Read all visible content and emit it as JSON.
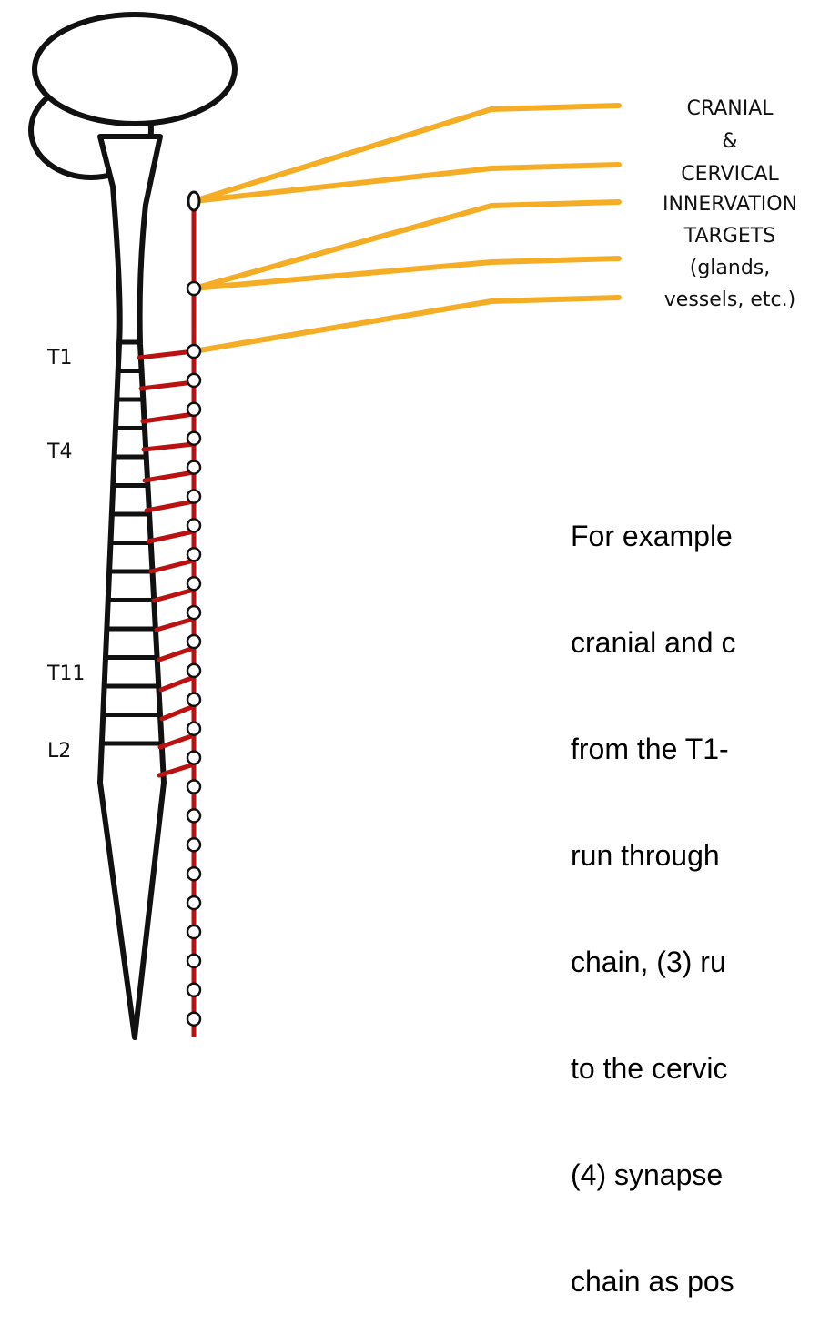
{
  "colors": {
    "outline": "#111111",
    "preganglionic": "#bb1111",
    "postganglionic": "#f5ad25",
    "background": "#ffffff"
  },
  "levels": [
    "T1",
    "T4",
    "T11",
    "L2"
  ],
  "targets_label": [
    "CRANIAL",
    "&",
    "CERVICAL",
    "INNERVATION",
    "TARGETS",
    "(glands,",
    "vessels, etc.)"
  ],
  "example_lines": [
    "For example",
    "cranial and c",
    "from the T1-",
    "run through",
    "chain, (3) ru",
    "to the cervic",
    "(4) synapse",
    "chain as pos"
  ]
}
